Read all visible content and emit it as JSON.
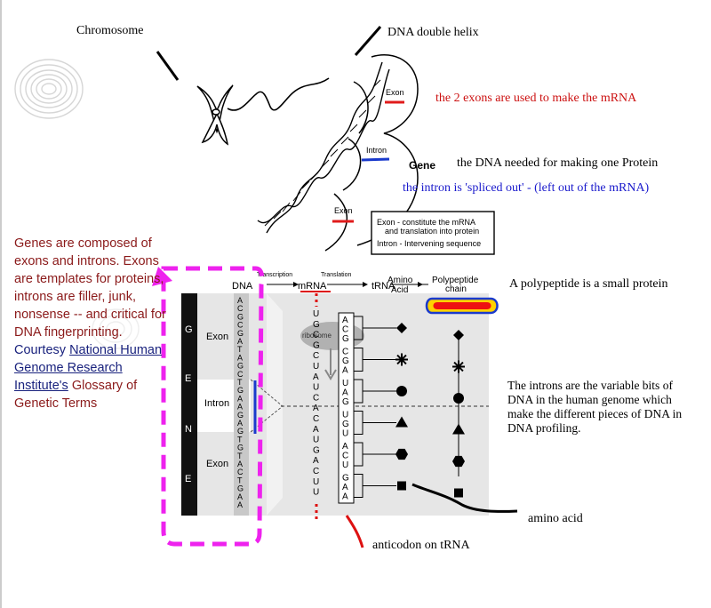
{
  "labels": {
    "chromosome": "Chromosome",
    "dna_double_helix": "DNA double helix",
    "exon_top": "Exon",
    "intron_mid": "Intron",
    "gene": "Gene",
    "exon_bottom": "Exon",
    "legend_line1": "Exon - constitute the mRNA",
    "legend_line2": "and translation into protein",
    "legend_line3": "Intron - Intervening sequence"
  },
  "annotations": {
    "exons_note": "the 2 exons are used to make the mRNA",
    "gene_note": "the DNA needed for making one Protein",
    "intron_note": "the intron is 'spliced out' - (left out of the mRNA)",
    "polypeptide_note": "A polypeptide is a small protein",
    "variable_note": "The introns are the variable bits of DNA in the human genome which make the different pieces of DNA in DNA profiling.",
    "amino_acid_note": "amino acid",
    "anticodon_note": "anticodon on tRNA"
  },
  "sidebar": {
    "text1": "Genes are composed of exons and introns. Exons are templates for proteins, introns are filler, junk, nonsense -- and critical for DNA fingerprinting.",
    "courtesy": "Courtesy",
    "link": "National Human Genome Research Institute's",
    "text2": "Glossary of Genetic Terms"
  },
  "flow": {
    "dna": "DNA",
    "transcription": "Transcription",
    "mrna": "mRNA",
    "translation": "Translation",
    "trna": "tRNA",
    "amino_acid_1": "Amino",
    "amino_acid_2": "Acid",
    "polypeptide_1": "Polypeptide",
    "polypeptide_2": "chain",
    "ribosome": "ribosome"
  },
  "gene_bar": [
    "G",
    "E",
    "N",
    "E"
  ],
  "segments": {
    "exon1": "Exon",
    "intron": "Intron",
    "exon2": "Exon"
  },
  "dna_bases": [
    "A",
    "C",
    "G",
    "C",
    "G",
    "A",
    "T",
    "A",
    "G",
    "C",
    "T",
    "G",
    "A",
    "A",
    "G",
    "A",
    "G",
    "T",
    "G",
    "T",
    "A",
    "C",
    "T",
    "G",
    "A",
    "A"
  ],
  "mrna_bases": [
    "U",
    "G",
    "C",
    "G",
    "C",
    "U",
    "A",
    "U",
    "C",
    "A",
    "C",
    "A",
    "U",
    "G",
    "A",
    "C",
    "U",
    "U"
  ],
  "trna_codons": [
    [
      "A",
      "C",
      "G"
    ],
    [
      "C",
      "G",
      "A"
    ],
    [
      "U",
      "A",
      "G"
    ],
    [
      "U",
      "G",
      "U"
    ],
    [
      "A",
      "C",
      "U"
    ],
    [
      "G",
      "A",
      "A"
    ]
  ],
  "colors": {
    "magenta_dash": "#ee22ee",
    "red_text": "#cc1111",
    "blue_text": "#1a1acc",
    "exon_mark": "#e01b1b",
    "intron_mark": "#1a3acc",
    "gene_bar": "#111111",
    "panel_bg": "#e6e6e6",
    "highlight_yellow": "#ffd200",
    "highlight_red": "#ee1111"
  }
}
